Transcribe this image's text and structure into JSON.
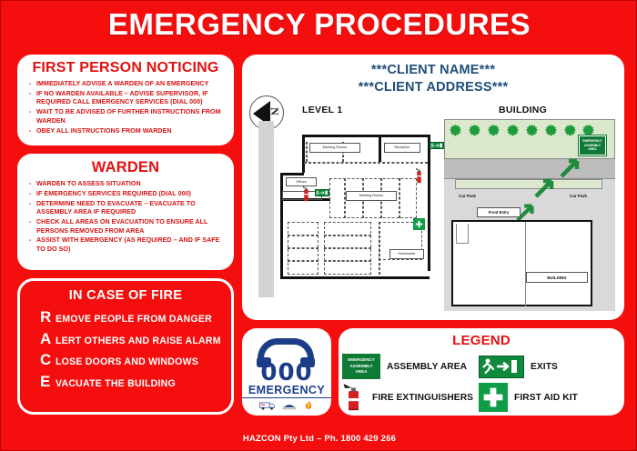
{
  "poster": {
    "title": "EMERGENCY PROCEDURES",
    "background_color": "#f40e0e",
    "footer": "HAZCON Pty Ltd – Ph. 1800 429 266"
  },
  "first_person": {
    "heading": "FIRST PERSON NOTICING",
    "items": [
      "IMMEDIATELY ADVISE A WARDEN OF AN EMERGENCY",
      "IF NO WARDEN AVAILABLE – ADVISE SUPERVISOR, IF REQUIRED CALL EMERGENCY SERVICES (DIAL 000)",
      "WAIT TO BE ADVISED OF FURTHER INSTRUCTIONS FROM WARDEN",
      "OBEY ALL INSTRUCTIONS FROM WARDEN"
    ]
  },
  "warden": {
    "heading": "WARDEN",
    "items": [
      "WARDEN TO ASSESS SITUATION",
      "IF EMERGENCY SERVICES REQUIRED (DIAL 000)",
      "DETERMINE NEED TO EVACUATE – EVACUATE TO ASSEMBLY AREA IF REQUIRED",
      "CHECK ALL AREAS ON EVACUATION TO ENSURE ALL PERSONS REMOVED FROM AREA",
      "ASSIST WITH EMERGENCY (AS REQUIRED – AND IF SAFE TO DO SO)"
    ]
  },
  "race": {
    "heading": "IN CASE OF FIRE",
    "rows": [
      {
        "letter": "R",
        "rest": "EMOVE PEOPLE FROM DANGER"
      },
      {
        "letter": "A",
        "rest": "LERT OTHERS AND RAISE ALARM"
      },
      {
        "letter": "C",
        "rest": "LOSE DOORS AND WINDOWS"
      },
      {
        "letter": "E",
        "rest": "VACUATE THE BUILDING"
      }
    ]
  },
  "plan_panel": {
    "client_name": "***CLIENT NAME***",
    "client_address": "***CLIENT ADDRESS***",
    "client_text_color": "#1f4e79",
    "compass_label": "N",
    "level_title": "LEVEL 1",
    "building_title": "BUILDING",
    "rooms": [
      {
        "label": "Meeting Rooms"
      },
      {
        "label": "Reception"
      },
      {
        "label": "Meeting Rooms"
      },
      {
        "label": "Offices"
      },
      {
        "label": "Kitchenette"
      }
    ],
    "site": {
      "assembly_sign": "EMERGENCY ASSEMBLY AREA",
      "car_park_left": "Car Park",
      "car_park_right": "Car Park",
      "front_entry": "Front Entry",
      "building_label": "BUILDING",
      "tree_count": 8,
      "lawn_color": "#dbe8cd",
      "road_color": "#bdbdbd",
      "arrow_color": "#1e8c3a"
    }
  },
  "emergency_logo": {
    "number": "000",
    "word": "EMERGENCY",
    "brand_color": "#1b3d87",
    "services": [
      "ambulance-icon",
      "police-icon",
      "fire-icon"
    ]
  },
  "legend": {
    "title": "LEGEND",
    "items": [
      {
        "icon": "assembly-area-sign-icon",
        "label": "ASSEMBLY AREA"
      },
      {
        "icon": "exit-sign-icon",
        "label": "EXITS"
      },
      {
        "icon": "fire-extinguisher-icon",
        "label": "FIRE EXTINGUISHERS"
      },
      {
        "icon": "first-aid-kit-icon",
        "label": "FIRST AID KIT"
      }
    ],
    "assembly_sign_lines": [
      "EMERGENCY",
      "ASSEMBLY",
      "AREA"
    ],
    "colors": {
      "exit_green": "#0f8a3c",
      "aid_green": "#0f9c47",
      "assembly_green": "#0f7a36",
      "extinguisher_red": "#d32020"
    }
  }
}
